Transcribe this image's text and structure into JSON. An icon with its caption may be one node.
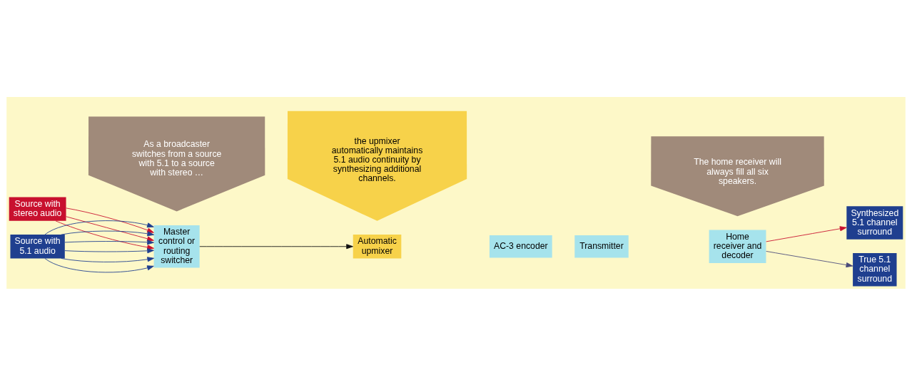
{
  "diagram": {
    "nodes": [
      {
        "text": [
          "As a broadcaster switches from a source with 5.1 to a source with stereo …"
        ]
      },
      {
        "text": [
          "the upmixer automatically maintains 5.1 audio continuity by synthesizing additional channels."
        ]
      },
      {
        "text": [
          "The home receiver will always fill all six speakers."
        ]
      },
      {
        "text": [
          "Source with stereo audio"
        ]
      },
      {
        "text": [
          "Master control or routing switcher"
        ]
      },
      {
        "text": [
          "Source with 5.1 audio"
        ]
      },
      {
        "text": [
          "Automatic upmixer"
        ]
      },
      {
        "text": [
          "AC-3 encoder"
        ]
      },
      {
        "text": [
          "Transmitter"
        ]
      },
      {
        "text": [
          "Home receiver and decoder"
        ]
      },
      {
        "text": [
          "Synthesized 5.1 channel surround"
        ]
      },
      {
        "text": [
          "True 5.1 channel surround"
        ]
      }
    ],
    "edges": [
      {
        "from": 3,
        "to": 4,
        "arrow": "to",
        "color": "#c8102e"
      },
      {
        "from": 3,
        "to": 4,
        "arrow": "to",
        "color": "#c8102e"
      },
      {
        "from": 3,
        "to": 4,
        "arrow": "to",
        "color": "#c8102e"
      },
      {
        "from": 5,
        "to": 4,
        "arrow": "to"
      },
      {
        "from": 5,
        "to": 4,
        "arrow": "to"
      },
      {
        "from": 5,
        "to": 4,
        "arrow": "to"
      },
      {
        "from": 5,
        "to": 4,
        "arrow": "to"
      },
      {
        "from": 5,
        "to": 4,
        "arrow": "to"
      },
      {
        "from": 5,
        "to": 4,
        "arrow": "to"
      },
      {
        "from": 4,
        "to": 6,
        "arrow": "to",
        "color": "#111111"
      },
      {
        "from": 9,
        "to": 10,
        "arrow": "to",
        "color": "#c8102e"
      },
      {
        "from": 9,
        "to": 11,
        "arrow": "to",
        "color": "#4a4a7a"
      }
    ]
  }
}
